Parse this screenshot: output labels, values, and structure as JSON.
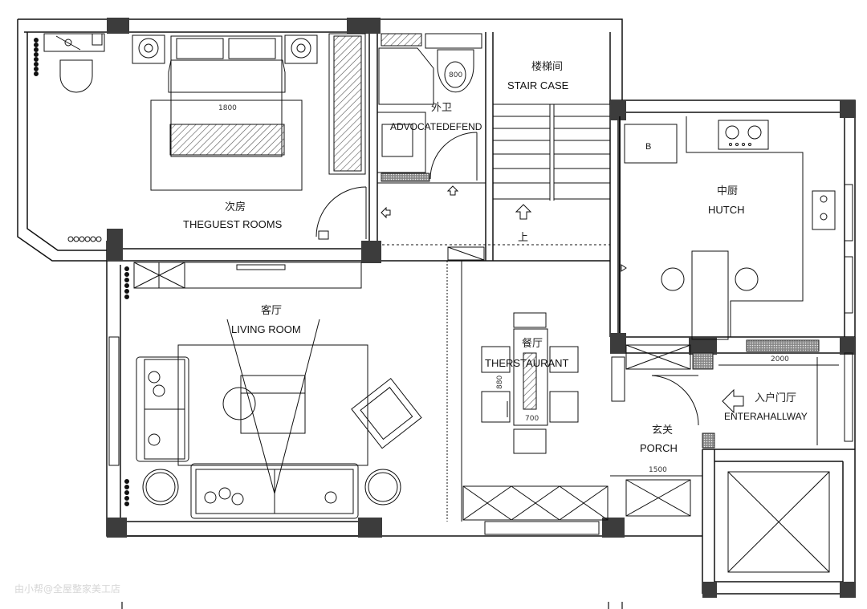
{
  "rooms": {
    "guest_room": {
      "cn": "次房",
      "en": "THEGUEST ROOMS",
      "dim": "1800"
    },
    "bathroom": {
      "cn": "外卫",
      "en": "ADVOCATEDEFEND",
      "toilet_dim": "800"
    },
    "stair": {
      "cn": "楼梯间",
      "en": "STAIR CASE",
      "up": "上"
    },
    "kitchen": {
      "cn": "中厨",
      "en": "HUTCH",
      "fridge": "B"
    },
    "living_room": {
      "cn": "客厅",
      "en": "LIVING ROOM"
    },
    "dining": {
      "cn": "餐厅",
      "en": "THERSTAURANT",
      "dim_v": "880",
      "dim_h": "700"
    },
    "porch": {
      "cn": "玄关",
      "en": "PORCH",
      "dim": "1500"
    },
    "entry_hall": {
      "cn": "入户门厅",
      "en": "ENTERAHALLWAY",
      "dim": "2000"
    }
  },
  "watermark": "由小帮@全屋整家美工店",
  "colors": {
    "wall": "#4a4a4a",
    "line": "#111111",
    "hatch": "#666666"
  }
}
